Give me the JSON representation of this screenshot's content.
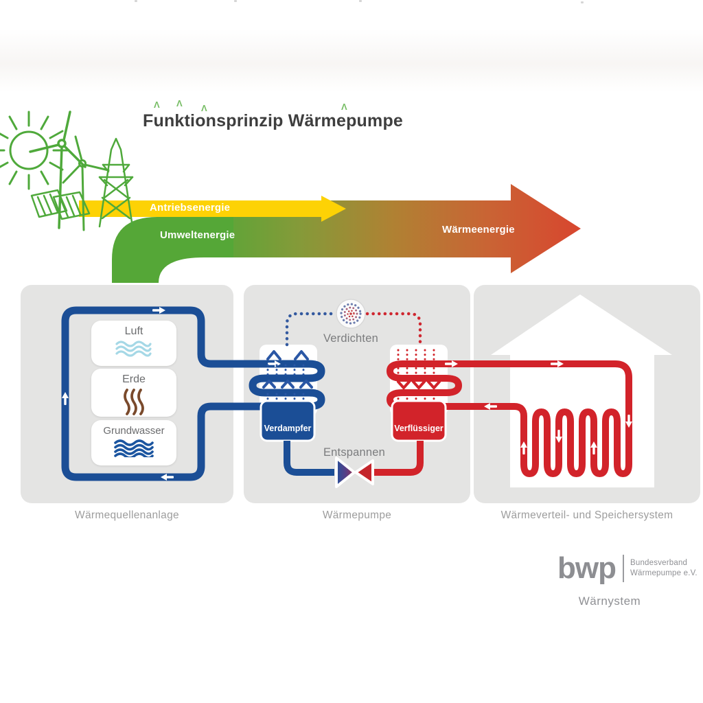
{
  "title": "Funktionsprinzip Wärmepumpe",
  "flow": {
    "drive_label": "Antriebsenergie",
    "ambient_label": "Umweltenergie",
    "heat_label": "Wärmeenergie"
  },
  "source_panel": {
    "caption": "Wärmequellenanlage",
    "sources": [
      {
        "label": "Luft",
        "icon": "air-waves-icon",
        "color": "#a5d8e6"
      },
      {
        "label": "Erde",
        "icon": "ground-heat-icon",
        "color": "#7a4a2c"
      },
      {
        "label": "Grundwasser",
        "icon": "groundwater-waves-icon",
        "color": "#1b55a0"
      }
    ]
  },
  "pump_panel": {
    "caption": "Wärmepumpe",
    "compress_label": "Verdichten",
    "expand_label": "Entspannen",
    "evaporator_label": "Verdampfer",
    "condenser_label": "Verflüssiger"
  },
  "distribution_panel": {
    "caption": "Wärmeverteil- und Speichersystem"
  },
  "logo": {
    "brand": "bwp",
    "org_line1": "Bundesverband",
    "org_line2": "Wärmepumpe e.V.",
    "watermark": "Wärnystem"
  },
  "colors": {
    "drive_yellow": "#fdd205",
    "ambient_green": "#55a737",
    "heat_red": "#d8462f",
    "pipe_blue": "#1b4e96",
    "pipe_red": "#d2232a",
    "panel_gray": "#e4e4e3",
    "illustration_green": "#4fa93b"
  }
}
